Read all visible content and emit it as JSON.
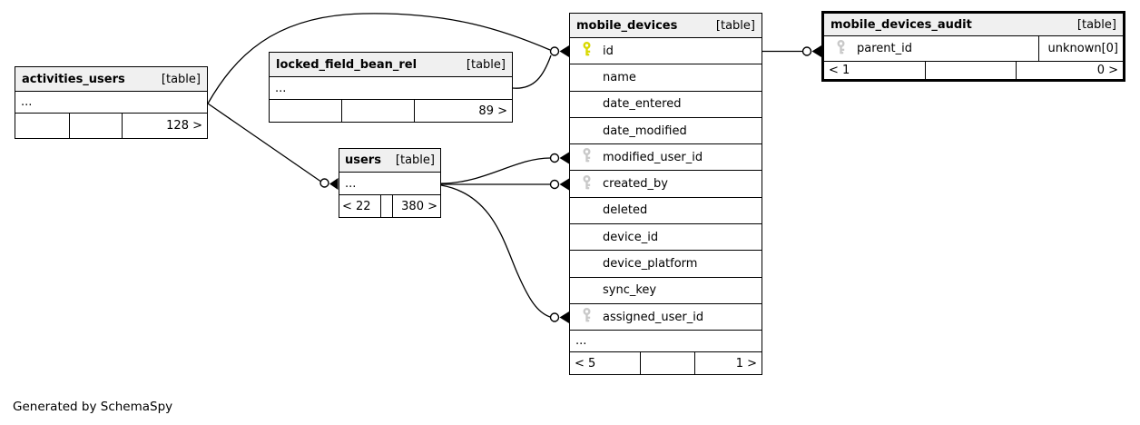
{
  "page": {
    "footer_note": "Generated by SchemaSpy"
  },
  "colors": {
    "header_bg": "#f0f0f0",
    "border": "#000000",
    "edge": "#000000",
    "pk_key": "#d9d900",
    "fk_key": "#c9c9c9"
  },
  "tables": [
    {
      "name": "activities_users",
      "tag": "[table]",
      "rows": [
        {
          "label": "...",
          "key": "none"
        }
      ],
      "footer": [
        "",
        "",
        "128 >"
      ]
    },
    {
      "name": "locked_field_bean_rel",
      "tag": "[table]",
      "rows": [
        {
          "label": "...",
          "key": "none"
        }
      ],
      "footer": [
        "",
        "",
        "89 >"
      ]
    },
    {
      "name": "users",
      "tag": "[table]",
      "rows": [
        {
          "label": "...",
          "key": "none"
        }
      ],
      "footer": [
        "< 22",
        "",
        "380 >"
      ]
    },
    {
      "name": "mobile_devices",
      "tag": "[table]",
      "rows": [
        {
          "label": "id",
          "key": "primary"
        },
        {
          "label": "name",
          "key": "none"
        },
        {
          "label": "date_entered",
          "key": "none"
        },
        {
          "label": "date_modified",
          "key": "none"
        },
        {
          "label": "modified_user_id",
          "key": "foreign"
        },
        {
          "label": "created_by",
          "key": "foreign"
        },
        {
          "label": "deleted",
          "key": "none"
        },
        {
          "label": "device_id",
          "key": "none"
        },
        {
          "label": "device_platform",
          "key": "none"
        },
        {
          "label": "sync_key",
          "key": "none"
        },
        {
          "label": "assigned_user_id",
          "key": "foreign"
        },
        {
          "label": "...",
          "key": "none"
        }
      ],
      "footer": [
        "< 5",
        "",
        "1 >"
      ]
    },
    {
      "name": "mobile_devices_audit",
      "tag": "[table]",
      "rows": [
        {
          "label": "parent_id",
          "key": "foreign",
          "extra": "unknown[0]"
        }
      ],
      "footer": [
        "< 1",
        "",
        "0 >"
      ]
    }
  ],
  "relationships": [
    {
      "from": "activities_users",
      "to": "mobile_devices.id"
    },
    {
      "from": "locked_field_bean_rel",
      "to": "mobile_devices.id"
    },
    {
      "from": "activities_users",
      "to": "users"
    },
    {
      "from": "users",
      "to": "mobile_devices.modified_user_id"
    },
    {
      "from": "users",
      "to": "mobile_devices.created_by"
    },
    {
      "from": "users",
      "to": "mobile_devices.assigned_user_id"
    },
    {
      "from": "mobile_devices.id",
      "to": "mobile_devices_audit.parent_id"
    }
  ]
}
